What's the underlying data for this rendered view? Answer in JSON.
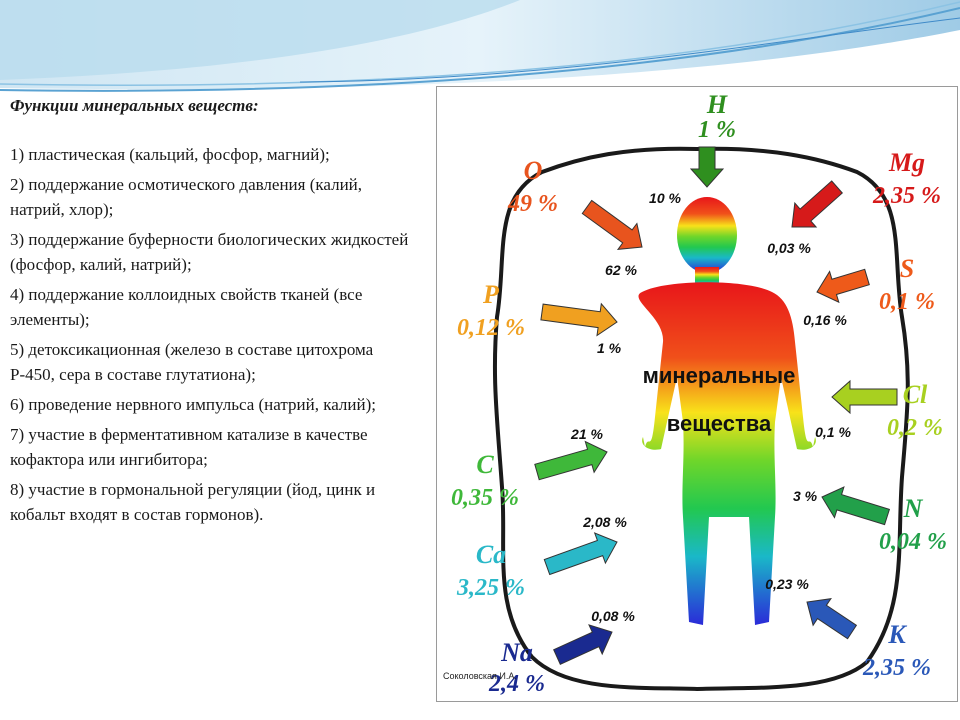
{
  "slide": {
    "heading": "Функции минеральных веществ:",
    "items": [
      "1) пластическая (кальций, фосфор, магний);",
      "2) поддержание осмотического давления (калий, натрий, хлор);",
      "3) поддержание буферности биологических жидкостей (фосфор, калий, натрий);",
      "4) поддержание коллоидных свойств тканей (все элементы);",
      "5) детоксикационная (железо в составе цитохрома Р-450, сера в составе глутатиона);",
      "6) проведение нервного импульса (натрий, калий);",
      "7) участие в ферментативном катализе в качестве кофактора или ингибитора;",
      "8) участие в гормональной регуляции (йод, цинк и кобальт входят в состав гормонов)."
    ]
  },
  "figure": {
    "center_line1": "минеральные",
    "center_line2": "вещества",
    "signature": "Соколовская И.А.",
    "elements": [
      {
        "symbol": "H",
        "share": "1 %",
        "inner": "10 %",
        "color": "#2f8f1f"
      },
      {
        "symbol": "O",
        "share": "49 %",
        "inner": "62 %",
        "color": "#e8541e"
      },
      {
        "symbol": "Mg",
        "share": "2,35 %",
        "inner": "0,03 %",
        "color": "#d61a1a"
      },
      {
        "symbol": "S",
        "share": "0,1 %",
        "inner": "0,16 %",
        "color": "#ee5a1a"
      },
      {
        "symbol": "P",
        "share": "0,12 %",
        "inner": "1 %",
        "color": "#f0a020"
      },
      {
        "symbol": "Cl",
        "share": "0,2 %",
        "inner": "0,1 %",
        "color": "#a8d020"
      },
      {
        "symbol": "C",
        "share": "0,35 %",
        "inner": "21 %",
        "color": "#3fb83a"
      },
      {
        "symbol": "N",
        "share": "0,04 %",
        "inner": "3 %",
        "color": "#22a04a"
      },
      {
        "symbol": "Ca",
        "share": "3,25 %",
        "inner": "2,08 %",
        "color": "#2ab8c8"
      },
      {
        "symbol": "Na",
        "share": "2,4 %",
        "inner": "0,08 %",
        "color": "#1a2a90"
      },
      {
        "symbol": "K",
        "share": "2,35 %",
        "inner": "0,23 %",
        "color": "#2a58b8"
      }
    ]
  }
}
